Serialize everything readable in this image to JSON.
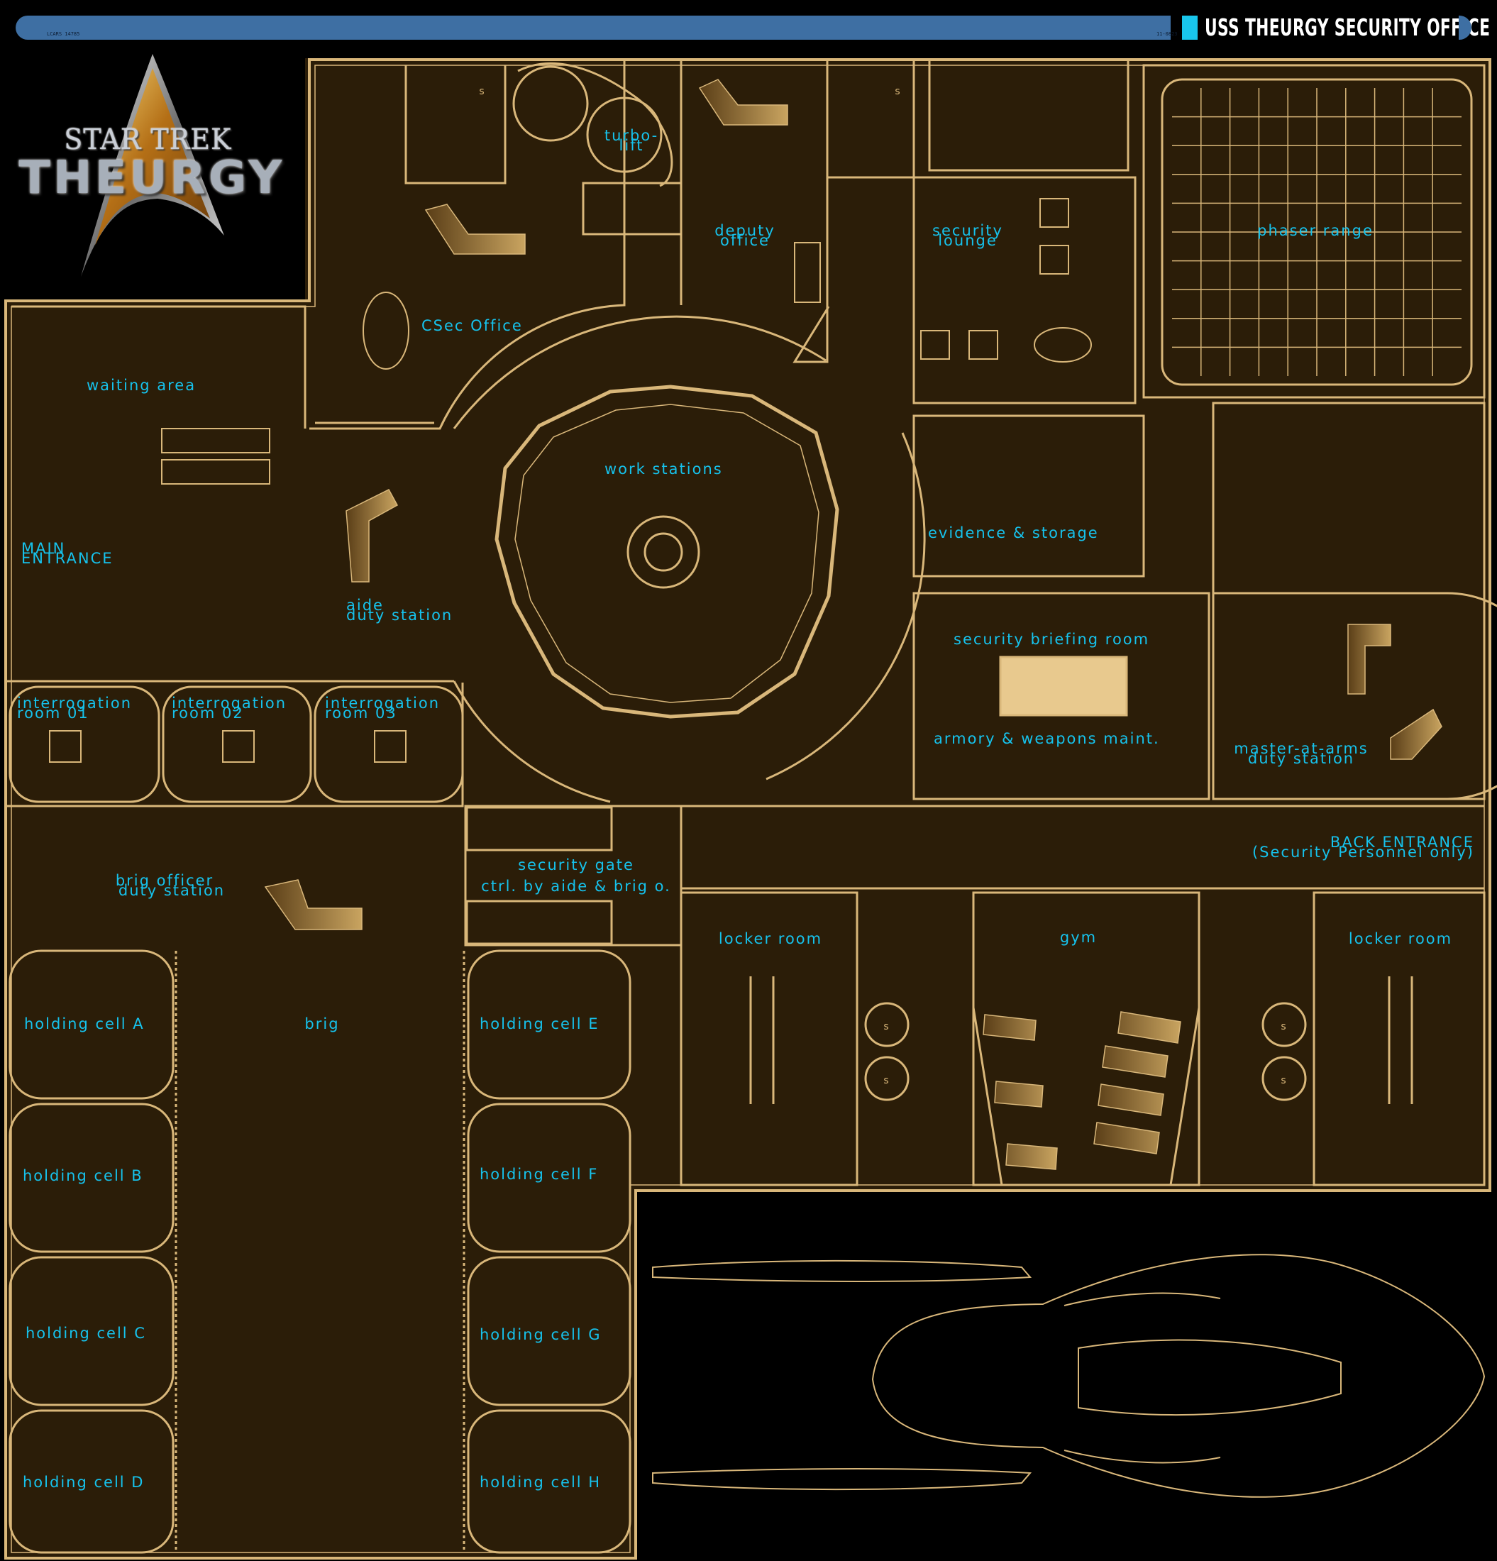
{
  "header": {
    "title": "USS THEURGY SECURITY OFFICE",
    "code_left": "LCARS 14785",
    "code_right": "11-0823"
  },
  "logo": {
    "line1": "STAR TREK",
    "line2": "THEURGY"
  },
  "colors": {
    "background": "#2b1d08",
    "wall": "#d9b77a",
    "label": "#16c2ec",
    "header_bar": "#3e6fa3"
  },
  "rooms": {
    "csec_office": "CSec Office",
    "turbolift": [
      "turbo-",
      "lift"
    ],
    "deputy_office": [
      "deputy",
      "office"
    ],
    "security_lounge": [
      "security",
      "lounge"
    ],
    "phaser_range": "phaser range",
    "waiting_area": "waiting area",
    "work_stations": "work stations",
    "main_entrance": [
      "MAIN",
      "ENTRANCE"
    ],
    "aide_duty_station": [
      "aide",
      "duty station"
    ],
    "evidence_storage": "evidence & storage",
    "security_briefing_room": "security briefing room",
    "armory": "armory & weapons maint.",
    "master_at_arms": [
      "master-at-arms",
      "duty station"
    ],
    "interrogation_01": [
      "interrogation",
      "room 01"
    ],
    "interrogation_02": [
      "interrogation",
      "room 02"
    ],
    "interrogation_03": [
      "interrogation",
      "room 03"
    ],
    "back_entrance": [
      "BACK ENTRANCE",
      "(Security Personnel only)"
    ],
    "brig_officer": [
      "brig officer",
      "duty station"
    ],
    "security_gate": [
      "security gate",
      "ctrl. by aide & brig o."
    ],
    "locker_room_left": "locker room",
    "gym": "gym",
    "locker_room_right": "locker room",
    "brig": "brig",
    "holding_cells": [
      "holding cell A",
      "holding cell B",
      "holding cell C",
      "holding cell D",
      "holding cell  E",
      "holding cell  F",
      "holding cell  G",
      "holding cell  H"
    ],
    "shower_mark": "s"
  }
}
